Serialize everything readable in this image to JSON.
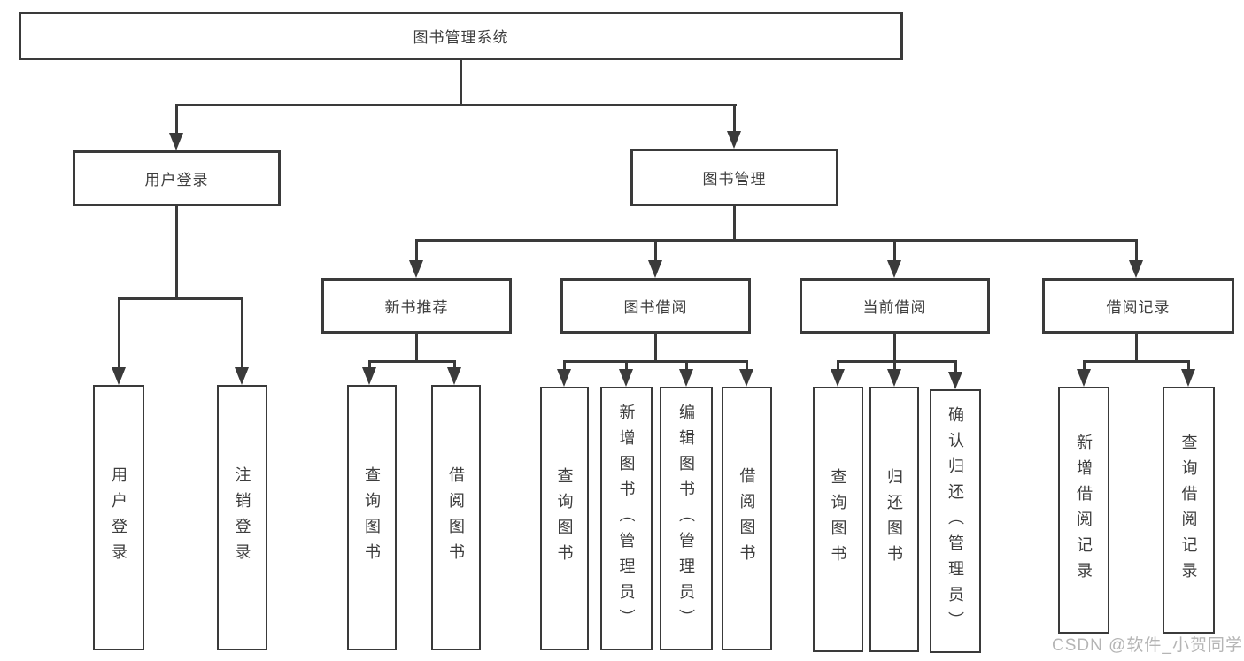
{
  "diagram": {
    "title": "图书管理系统",
    "root": {
      "label": "图书管理系统",
      "children": [
        {
          "label": "用户登录",
          "children": [
            {
              "label": "用户登录"
            },
            {
              "label": "注销登录"
            }
          ]
        },
        {
          "label": "图书管理",
          "children": [
            {
              "label": "新书推荐",
              "children": [
                {
                  "label": "查询图书"
                },
                {
                  "label": "借阅图书"
                }
              ]
            },
            {
              "label": "图书借阅",
              "children": [
                {
                  "label": "查询图书"
                },
                {
                  "label": "新增图书（管理员）"
                },
                {
                  "label": "编辑图书（管理员）"
                },
                {
                  "label": "借阅图书"
                }
              ]
            },
            {
              "label": "当前借阅",
              "children": [
                {
                  "label": "查询图书"
                },
                {
                  "label": "归还图书"
                },
                {
                  "label": "确认归还（管理员）"
                }
              ]
            },
            {
              "label": "借阅记录",
              "children": [
                {
                  "label": "新增借阅记录"
                },
                {
                  "label": "查询借阅记录"
                }
              ]
            }
          ]
        }
      ]
    },
    "watermark": "CSDN @软件_小贺同学",
    "colors": {
      "line": "#3a3a3a",
      "text": "#3d3d3d",
      "watermark": "#b5b5b5",
      "background": "#ffffff"
    }
  }
}
